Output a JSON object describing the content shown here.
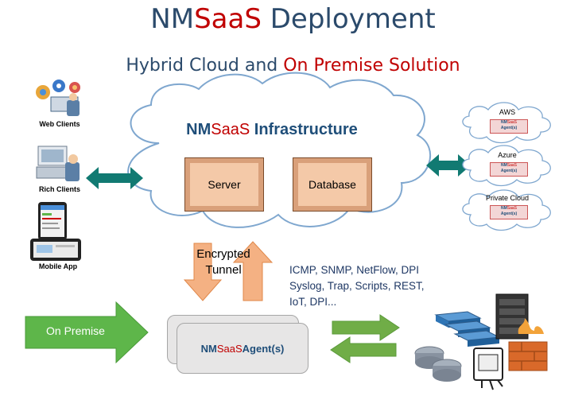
{
  "title": {
    "part1": "NM",
    "part2": "SaaS",
    "part3": " Deployment"
  },
  "subtitle": {
    "part1": "Hybrid Cloud and ",
    "part2": "On Premise Solution"
  },
  "clients": {
    "web": "Web Clients",
    "rich": "Rich Clients",
    "mobile": "Mobile App"
  },
  "infrastructure": {
    "part1": "NM",
    "part2": "SaaS",
    "part3": " Infrastructure",
    "server": "Server",
    "database": "Database"
  },
  "clouds": {
    "aws": "AWS",
    "azure": "Azure",
    "private": "Private Cloud",
    "mini_agent_part1": "NM",
    "mini_agent_part2": "SaaS",
    "mini_agent_part3": "Agent(s)"
  },
  "tunnel": {
    "line1": "Encrypted",
    "line2": "Tunnel"
  },
  "protocols": {
    "line1": "ICMP, SNMP, NetFlow, DPI",
    "line2": "Syslog, Trap, Scripts, REST,",
    "line3": "IoT, DPI..."
  },
  "on_premise": "On Premise",
  "agent": {
    "part1": "NM",
    "part2": "SaaS",
    "part3": " Agent(s)"
  },
  "colors": {
    "arrow_teal": "#117a72",
    "arrow_green": "#5eb64a",
    "arrow_orange": "#f4b183",
    "box_fill": "#f4c9a8",
    "brand_blue": "#1f4e79",
    "brand_red": "#c00000"
  }
}
